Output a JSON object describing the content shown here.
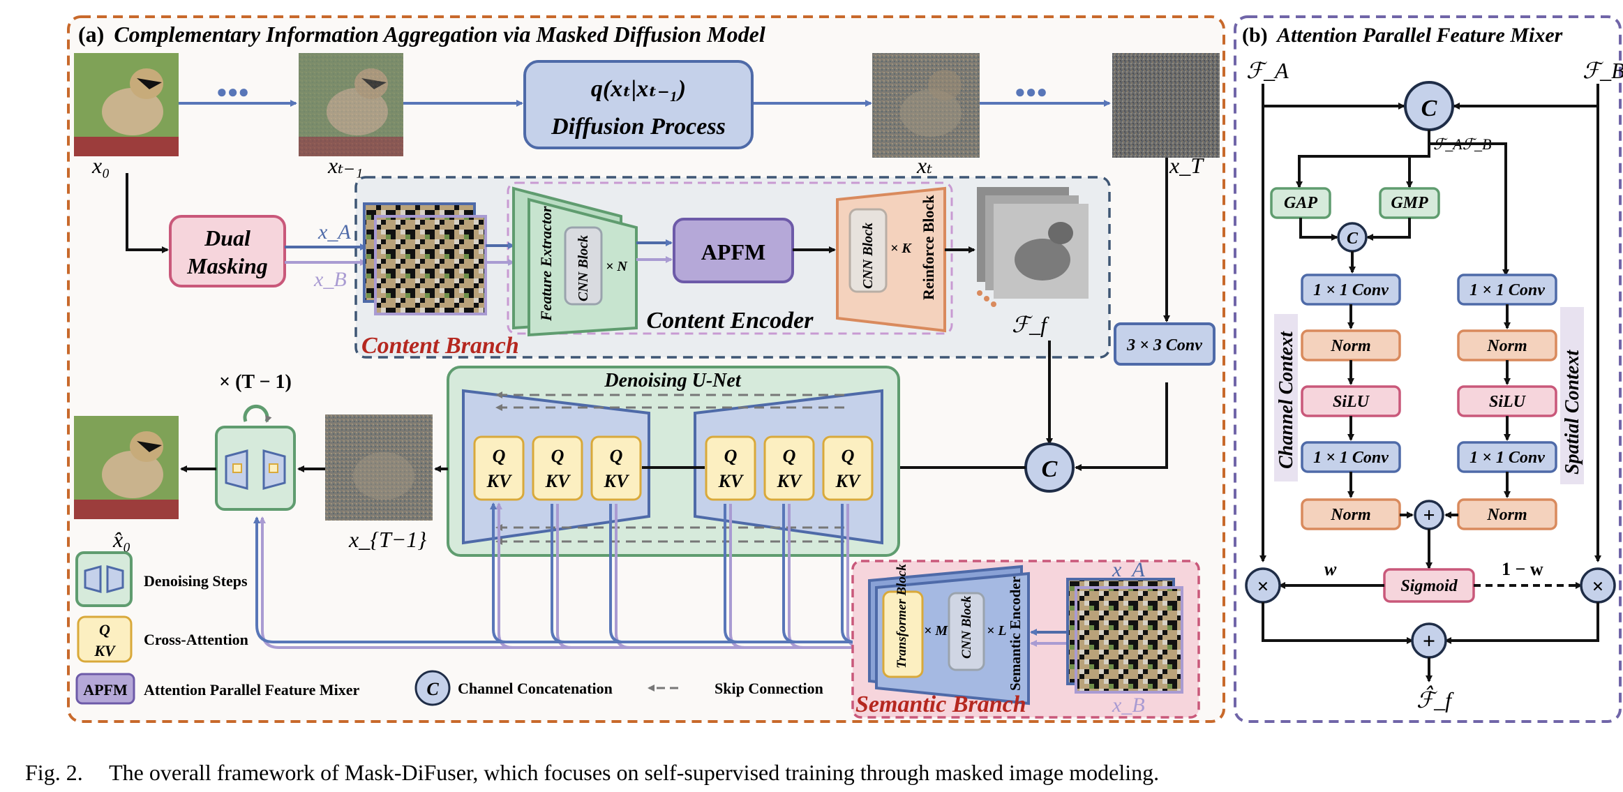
{
  "panel_a": {
    "title_prefix": "(a)",
    "title": "Complementary Information Aggregation via Masked Diffusion Model"
  },
  "panel_b": {
    "title_prefix": "(b)",
    "title": "Attention Parallel Feature Mixer"
  },
  "top_row": {
    "x0": "x₀",
    "xt_1": "xₜ₋₁",
    "xt": "xₜ",
    "xT": "x_T",
    "ellipsis": "●●●",
    "q_label": "q(xₜ|xₜ₋₁)",
    "diffusion_label": "Diffusion Process"
  },
  "content_branch": {
    "dual_masking_1": "Dual",
    "dual_masking_2": "Masking",
    "xA": "x_A",
    "xB": "x_B",
    "feature_extractor": "Feature Extractor",
    "cnn_block": "CNN Block",
    "times_n": "× N",
    "apfm": "APFM",
    "reinforce_block": "Reinforce Block",
    "times_k": "× K",
    "content_encoder": "Content Encoder",
    "content_branch": "Content Branch",
    "ff": "ℱ_f",
    "conv3": "3 × 3 Conv"
  },
  "unet": {
    "title": "Denoising U-Net",
    "q": "Q",
    "kv": "KV",
    "times_t": "× (T − 1)",
    "concat": "C",
    "x_hat0": "x̂₀",
    "xT_1": "x_{T−1}"
  },
  "semantic_branch": {
    "transformer_block": "Transformer Block",
    "times_m": "× M",
    "cnn_block": "CNN Block",
    "times_l": "× L",
    "semantic_encoder": "Semantic Encoder",
    "label": "Semantic Branch",
    "xA": "x_A",
    "xB": "x_B"
  },
  "legend": {
    "denoising_steps": "Denoising Steps",
    "cross_attention": "Cross-Attention",
    "apfm_box": "APFM",
    "apfm_text": "Attention Parallel Feature Mixer",
    "c": "C",
    "channel_concat": "Channel Concatenation",
    "skip_connection": "Skip Connection"
  },
  "mixer": {
    "fa": "ℱ_A",
    "fb": "ℱ_B",
    "c": "C",
    "fafb": "ℱ_Aℱ_B",
    "gap": "GAP",
    "gmp": "GMP",
    "conv1": "1 × 1 Conv",
    "norm": "Norm",
    "silu": "SiLU",
    "channel_context": "Channel Context",
    "spatial_context": "Spatial Context",
    "sigmoid": "Sigmoid",
    "w": "w",
    "one_minus_w": "1 − w",
    "plus": "+",
    "times": "×",
    "ff_hat": "ℱ̂_f"
  },
  "caption": {
    "fig": "Fig. 2.",
    "text": "The overall framework of Mask-DiFuser, which focuses on self-supervised training through masked image modeling."
  },
  "colors": {
    "orange_border": "#c8692b",
    "purple_border": "#7065a8",
    "arrow_blue": "#5876b8",
    "light_purple": "#a99bd2",
    "box_blue_fill": "#c5d1ea",
    "box_blue_stroke": "#4e6aa8",
    "dual_fill": "#f6d5dc",
    "dual_stroke": "#c9587a",
    "green_fill": "#d6eadb",
    "green_stroke": "#5f9c6f",
    "peach_fill": "#f4d2bd",
    "peach_stroke": "#d98a5d",
    "apfm_fill": "#b5a8d8",
    "apfm_stroke": "#6d5aa8",
    "qkv_fill": "#fcefc1",
    "qkv_stroke": "#d9a93a",
    "red_label": "#b5271f"
  }
}
